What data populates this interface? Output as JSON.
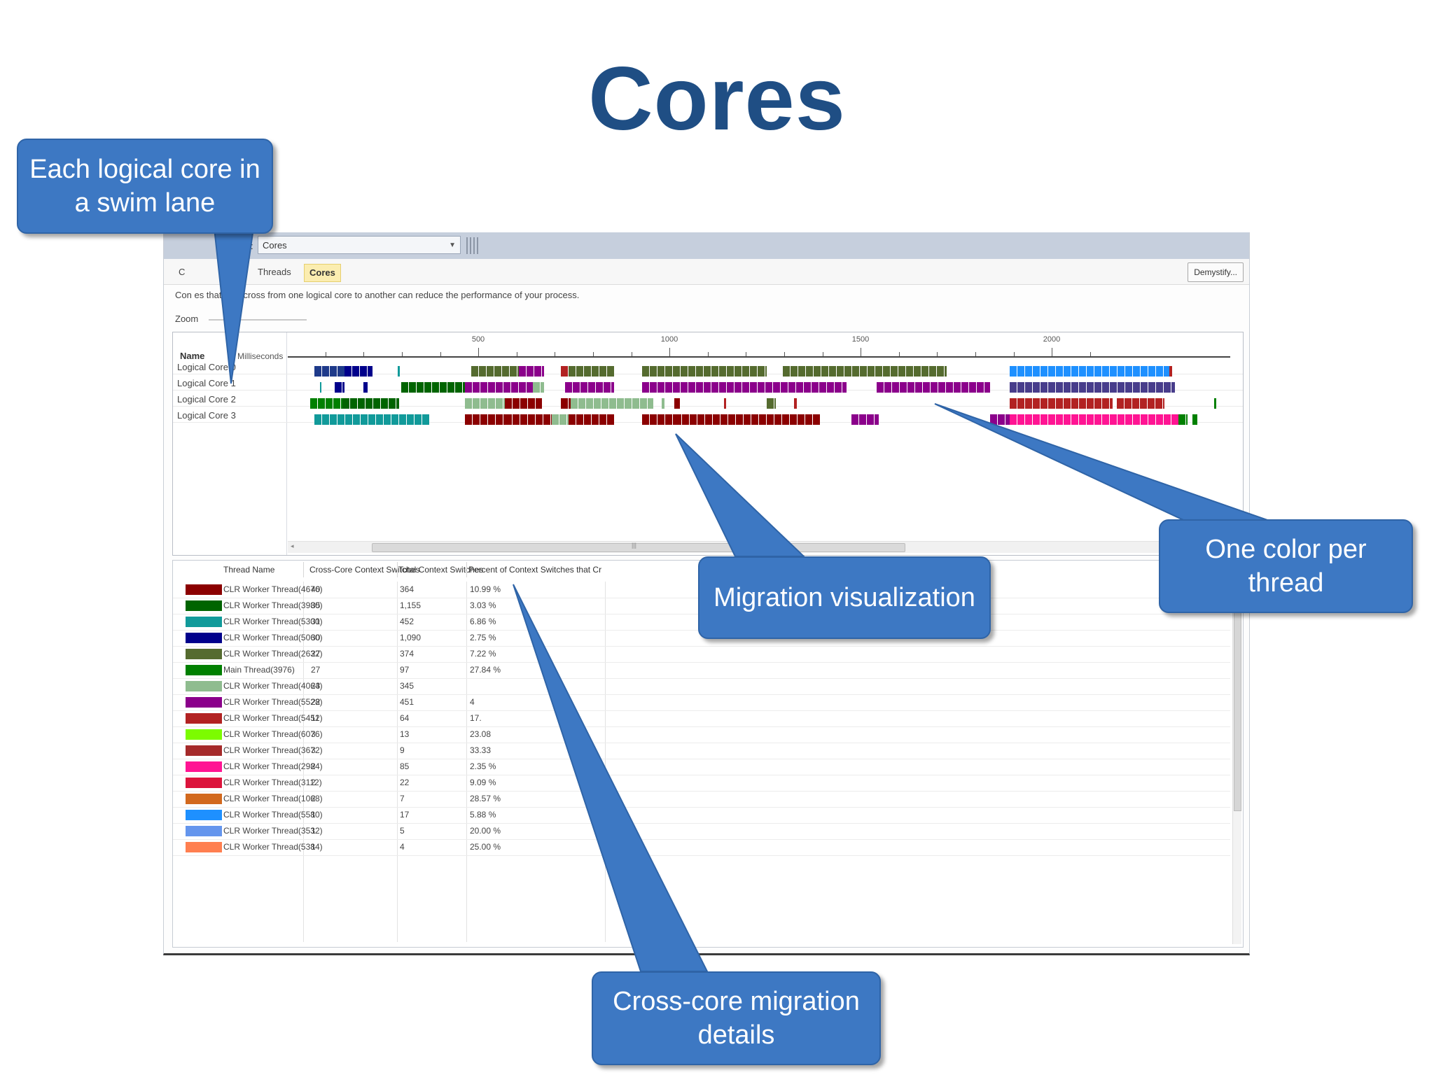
{
  "slide": {
    "title": "Cores"
  },
  "toolbar": {
    "view_label": "View:",
    "view_value": "Cores"
  },
  "tabs": {
    "cpu": "C",
    "threads": "Threads",
    "cores": "Cores",
    "demystify": "Demystify..."
  },
  "description": "Con                  es that also cross from one logical core to another can reduce the performance of your process.",
  "zoom_label": "Zoom",
  "timeline": {
    "name_header": "Name",
    "ms_header": "Milliseconds",
    "tick_labels": [
      "500",
      "1000",
      "1500",
      "2000"
    ],
    "lanes": [
      "Logical Core 0",
      "Logical Core 1",
      "Logical Core 2",
      "Logical Core 3"
    ]
  },
  "table": {
    "headers": [
      "Thread Name",
      "Cross-Core Context Switches",
      "Total Context Switches",
      "Percent of Context Switches that Cr"
    ],
    "rows": [
      {
        "color": "#8b0000",
        "name": "CLR Worker Thread(4676)",
        "cross": "40",
        "total": "364",
        "pct": "10.99 %"
      },
      {
        "color": "#006400",
        "name": "CLR Worker Thread(3980)",
        "cross": "35",
        "total": "1,155",
        "pct": "3.03 %"
      },
      {
        "color": "#119a9a",
        "name": "CLR Worker Thread(5300)",
        "cross": "31",
        "total": "452",
        "pct": "6.86 %"
      },
      {
        "color": "#00008b",
        "name": "CLR Worker Thread(5060)",
        "cross": "30",
        "total": "1,090",
        "pct": "2.75 %"
      },
      {
        "color": "#556b2f",
        "name": "CLR Worker Thread(2632)",
        "cross": "27",
        "total": "374",
        "pct": "7.22 %"
      },
      {
        "color": "#008000",
        "name": "Main Thread(3976)",
        "cross": "27",
        "total": "97",
        "pct": "27.84 %"
      },
      {
        "color": "#8fbc8f",
        "name": "CLR Worker Thread(4064)",
        "cross": "23",
        "total": "345",
        "pct": ""
      },
      {
        "color": "#8b008b",
        "name": "CLR Worker Thread(5528)",
        "cross": "22",
        "total": "451",
        "pct": "4"
      },
      {
        "color": "#b22222",
        "name": "CLR Worker Thread(5452)",
        "cross": "11",
        "total": "64",
        "pct": "17."
      },
      {
        "color": "#7cfc00",
        "name": "CLR Worker Thread(6076)",
        "cross": "3",
        "total": "13",
        "pct": "23.08"
      },
      {
        "color": "#a52a2a",
        "name": "CLR Worker Thread(3672)",
        "cross": "3",
        "total": "9",
        "pct": "33.33"
      },
      {
        "color": "#ff1493",
        "name": "CLR Worker Thread(2984)",
        "cross": "2",
        "total": "85",
        "pct": "2.35 %"
      },
      {
        "color": "#dc143c",
        "name": "CLR Worker Thread(3112)",
        "cross": "2",
        "total": "22",
        "pct": "9.09 %"
      },
      {
        "color": "#d2691e",
        "name": "CLR Worker Thread(1068)",
        "cross": "2",
        "total": "7",
        "pct": "28.57 %"
      },
      {
        "color": "#1e90ff",
        "name": "CLR Worker Thread(5580)",
        "cross": "1",
        "total": "17",
        "pct": "5.88 %"
      },
      {
        "color": "#6495ed",
        "name": "CLR Worker Thread(3532)",
        "cross": "1",
        "total": "5",
        "pct": "20.00 %"
      },
      {
        "color": "#ff7f50",
        "name": "CLR Worker Thread(5384)",
        "cross": "1",
        "total": "4",
        "pct": "25.00 %"
      }
    ]
  },
  "callouts": {
    "swim_lane": "Each logical core in a swim lane",
    "migration": "Migration visualization",
    "color_per_thread": "One color per thread",
    "cross_core": "Cross-core migration details"
  },
  "lane_segments": [
    [
      [
        "#1e3a8a",
        0.028,
        0.06
      ],
      [
        "#00008b",
        0.06,
        0.09
      ],
      [
        "#119a9a",
        0.117,
        0.119
      ],
      [
        "#556b2f",
        0.195,
        0.245
      ],
      [
        "#8b008b",
        0.245,
        0.272
      ],
      [
        "#b22222",
        0.29,
        0.298
      ],
      [
        "#556b2f",
        0.298,
        0.346
      ],
      [
        "#556b2f",
        0.376,
        0.508
      ],
      [
        "#556b2f",
        0.525,
        0.699
      ],
      [
        "#1e90ff",
        0.766,
        0.935
      ],
      [
        "#b22222",
        0.935,
        0.938
      ]
    ],
    [
      [
        "#119a9a",
        0.034,
        0.036
      ],
      [
        "#00008b",
        0.05,
        0.06
      ],
      [
        "#00008b",
        0.08,
        0.085
      ],
      [
        "#006400",
        0.12,
        0.188
      ],
      [
        "#8b008b",
        0.188,
        0.26
      ],
      [
        "#8fbc8f",
        0.26,
        0.272
      ],
      [
        "#8b008b",
        0.294,
        0.346
      ],
      [
        "#8b008b",
        0.376,
        0.593
      ],
      [
        "#8b008b",
        0.625,
        0.745
      ],
      [
        "#483d8b",
        0.766,
        0.941
      ]
    ],
    [
      [
        "#008000",
        0.024,
        0.058
      ],
      [
        "#006400",
        0.058,
        0.118
      ],
      [
        "#8fbc8f",
        0.188,
        0.23
      ],
      [
        "#8b0000",
        0.23,
        0.27
      ],
      [
        "#8b0000",
        0.29,
        0.3
      ],
      [
        "#8fbc8f",
        0.3,
        0.388
      ],
      [
        "#8fbc8f",
        0.397,
        0.4
      ],
      [
        "#8b0000",
        0.41,
        0.416
      ],
      [
        "#b22222",
        0.463,
        0.465
      ],
      [
        "#556b2f",
        0.508,
        0.518
      ],
      [
        "#b22222",
        0.537,
        0.54
      ],
      [
        "#b22222",
        0.766,
        0.875
      ],
      [
        "#b22222",
        0.88,
        0.93
      ],
      [
        "#008000",
        0.983,
        0.985
      ]
    ],
    [
      [
        "#119a9a",
        0.028,
        0.11
      ],
      [
        "#119a9a",
        0.11,
        0.15
      ],
      [
        "#8b0000",
        0.188,
        0.23
      ],
      [
        "#8b0000",
        0.23,
        0.28
      ],
      [
        "#8fbc8f",
        0.28,
        0.298
      ],
      [
        "#8b0000",
        0.298,
        0.346
      ],
      [
        "#8b0000",
        0.376,
        0.41
      ],
      [
        "#8b0000",
        0.41,
        0.565
      ],
      [
        "#8b008b",
        0.598,
        0.627
      ],
      [
        "#8b008b",
        0.745,
        0.766
      ],
      [
        "#ff1493",
        0.766,
        0.945
      ],
      [
        "#008000",
        0.945,
        0.955
      ],
      [
        "#008000",
        0.96,
        0.965
      ]
    ]
  ]
}
